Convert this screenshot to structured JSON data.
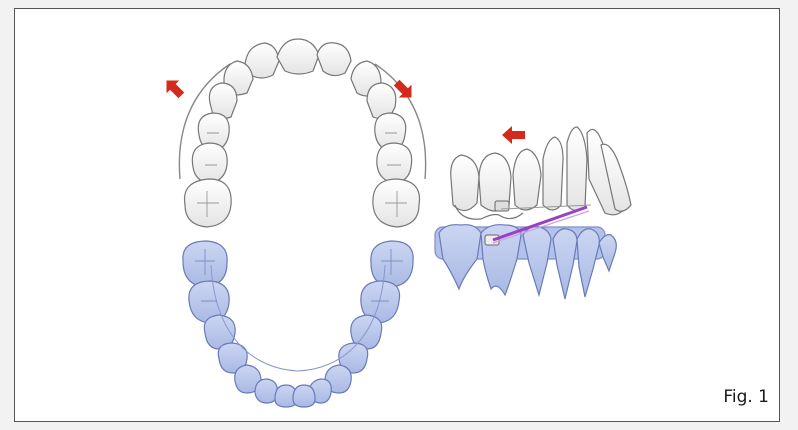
{
  "figure": {
    "caption": "Fig. 1",
    "colors": {
      "upper_teeth_fill": "#f4f4f4",
      "upper_teeth_stroke": "#777777",
      "lower_teeth_fill": "#b8c6ea",
      "lower_teeth_stroke": "#6a7ab8",
      "arrow": "#d42a1c",
      "elastic": "#9b3fc4"
    },
    "icons": {
      "upper_arch": "maxillary-arch-occlusal-view",
      "lower_arch": "mandibular-arch-occlusal-view",
      "side_view": "lateral-dentition-view",
      "arrows": "red-direction-arrow"
    }
  }
}
